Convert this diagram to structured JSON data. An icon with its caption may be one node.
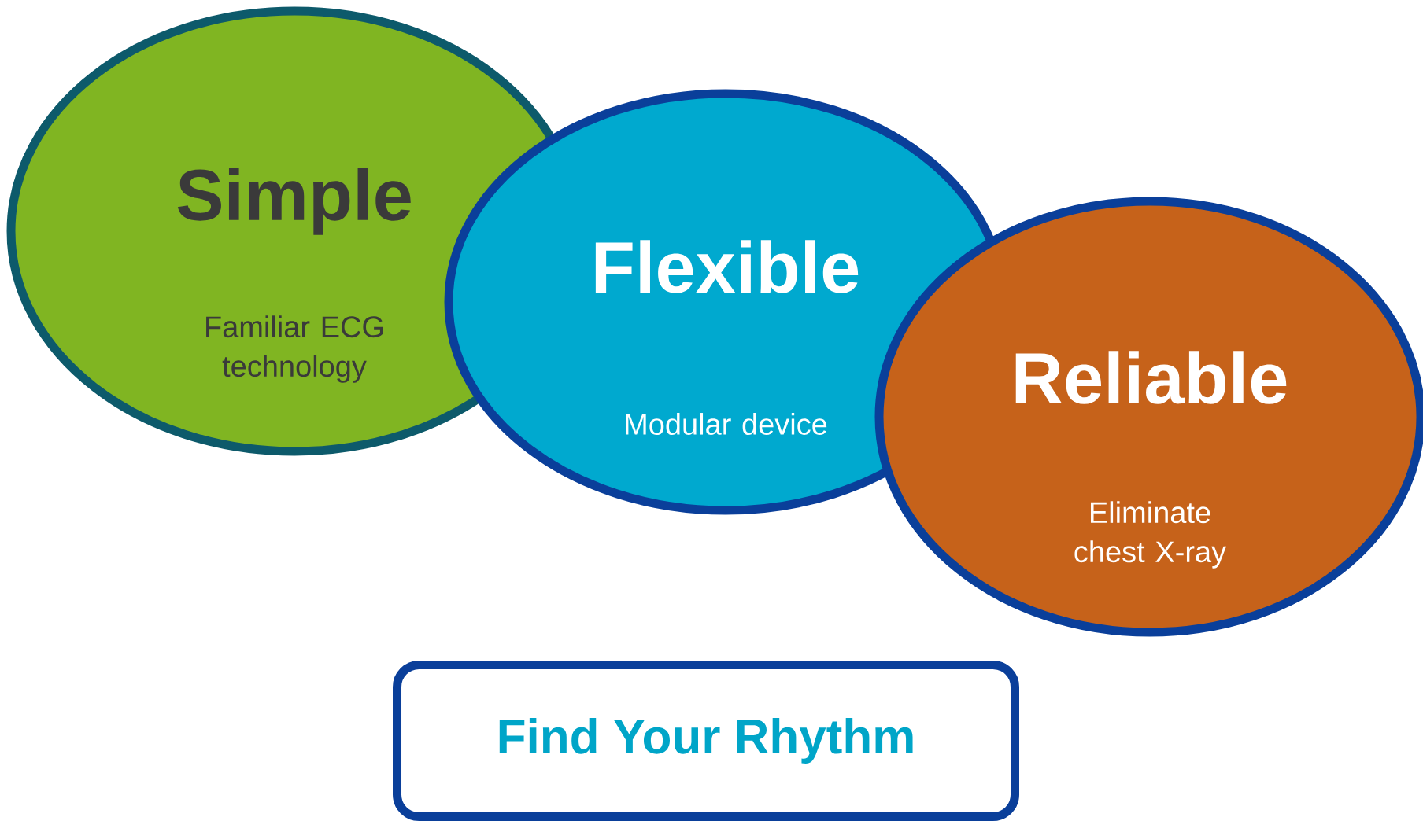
{
  "diagram": {
    "nodes": [
      {
        "text": [
          "Simple",
          "Familiar ECG technology"
        ]
      },
      {
        "text": [
          "Flexible",
          "Modular device"
        ]
      },
      {
        "text": [
          "Reliable",
          "Eliminate chest X-ray"
        ]
      },
      {
        "text": [
          "Find Your Rhythm"
        ]
      }
    ]
  }
}
